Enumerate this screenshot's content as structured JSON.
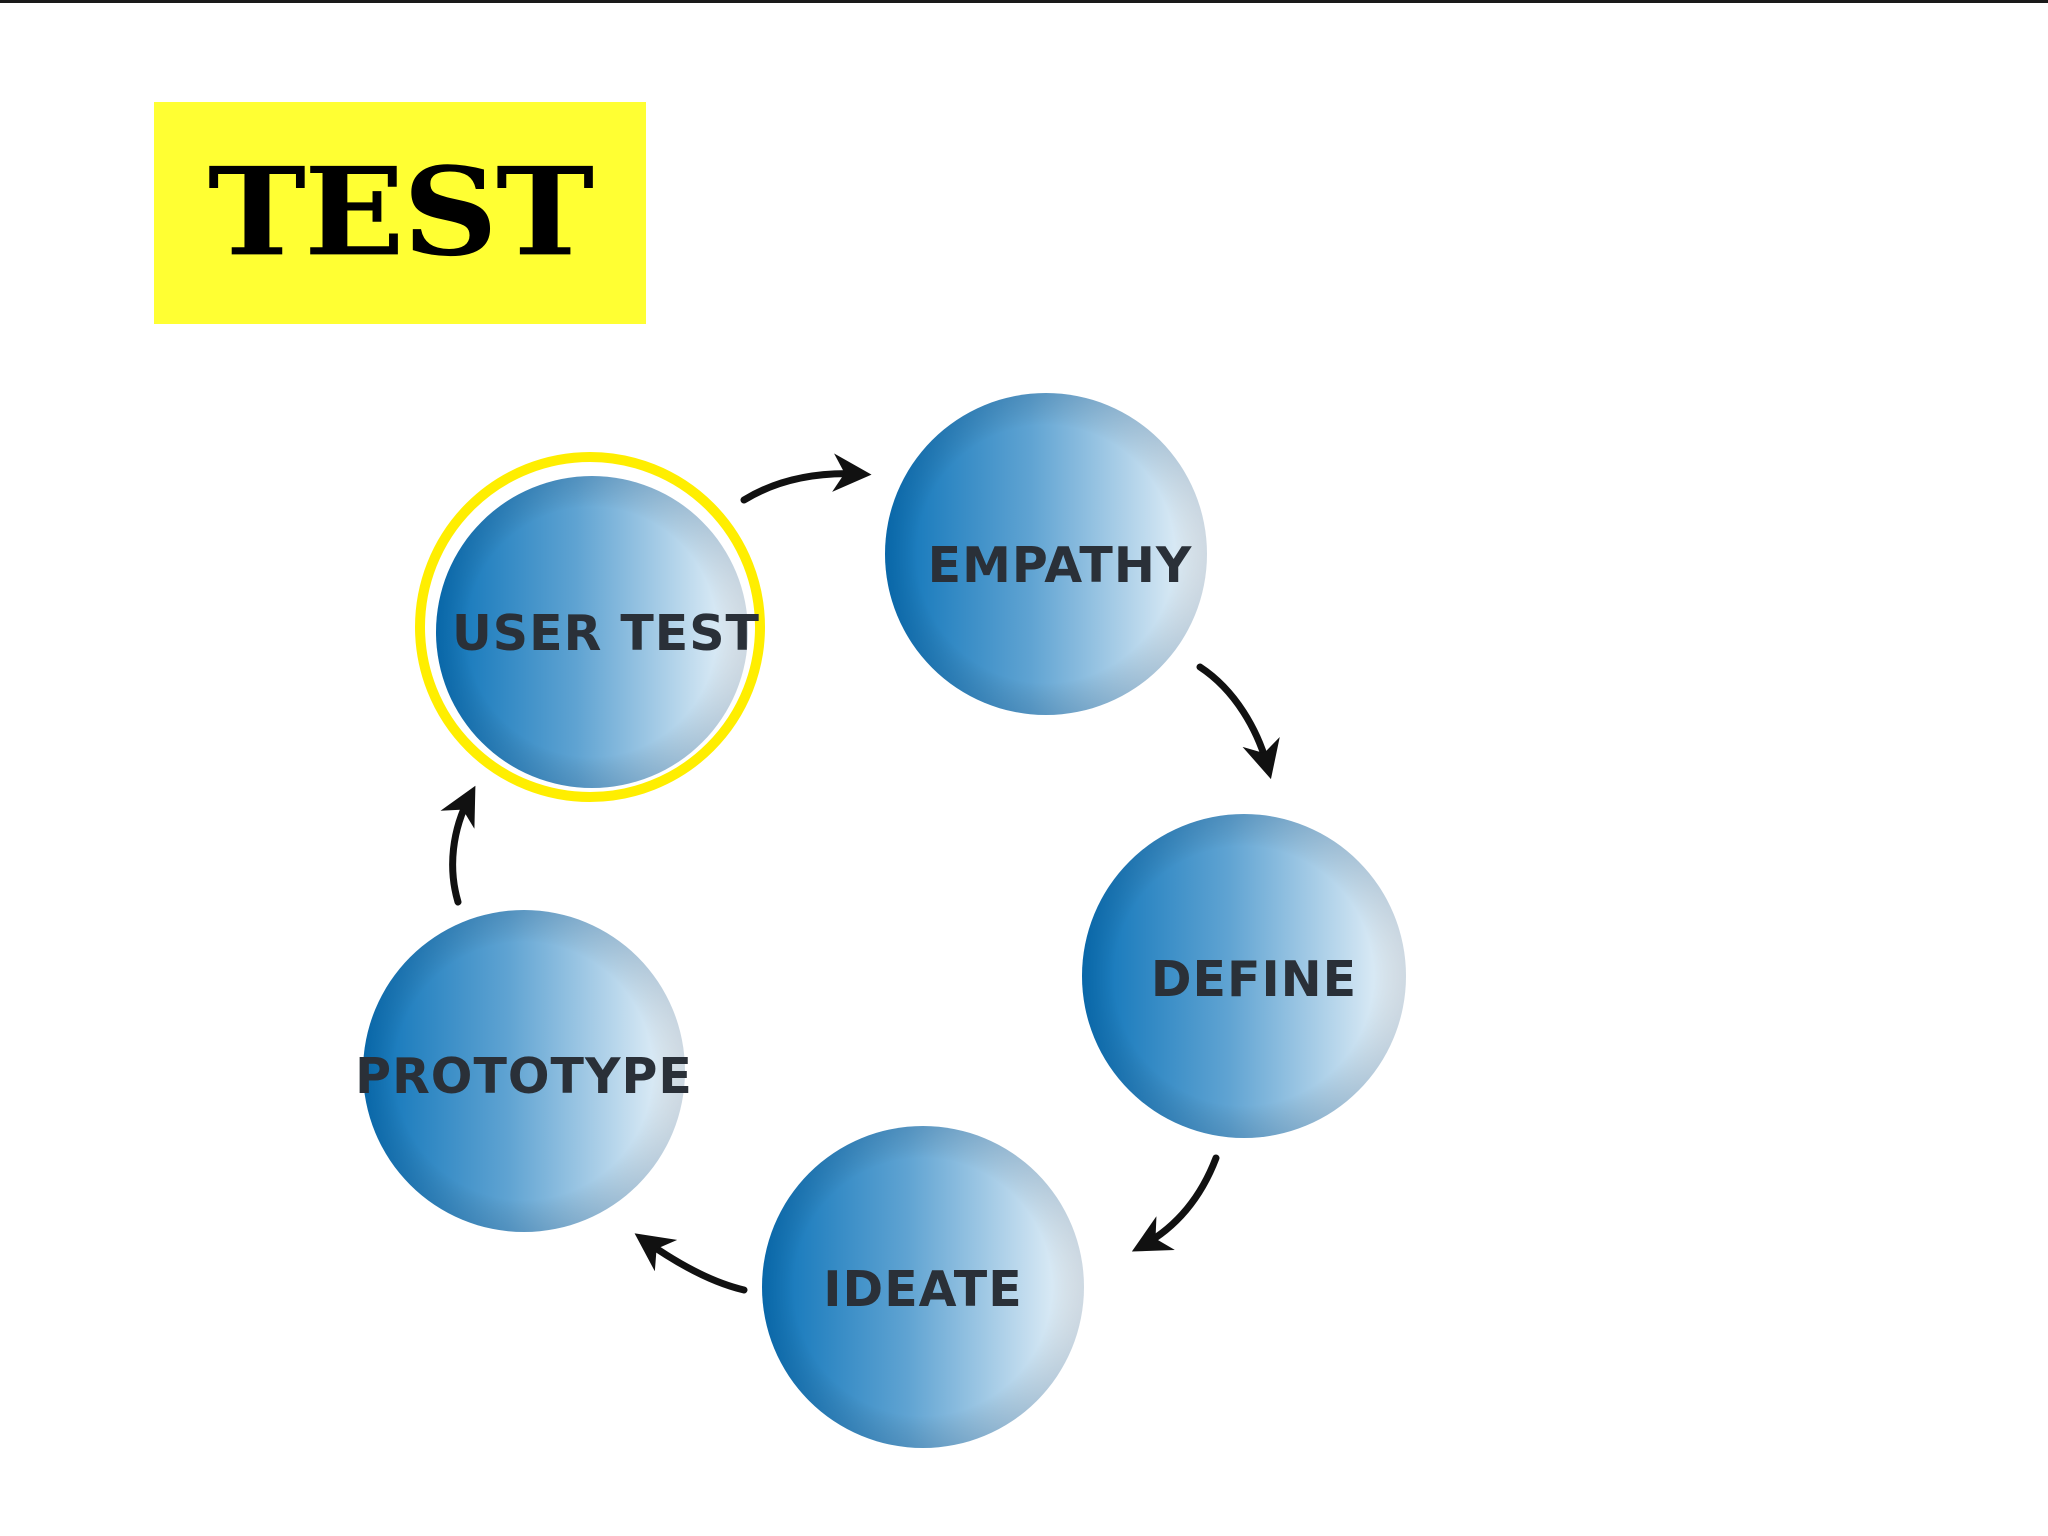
{
  "title": {
    "text": "TEST",
    "background": "#ffff33"
  },
  "colors": {
    "circle_dark": "#0a72b8",
    "circle_light": "#f2f8fc",
    "highlight_ring": "#ffee00",
    "arrow": "#111111",
    "label": "#2a3038"
  },
  "nodes": [
    {
      "id": "user-test",
      "label": "USER TEST",
      "highlighted": true
    },
    {
      "id": "empathy",
      "label": "EMPATHY",
      "highlighted": false
    },
    {
      "id": "define",
      "label": "DEFINE",
      "highlighted": false
    },
    {
      "id": "ideate",
      "label": "IDEATE",
      "highlighted": false
    },
    {
      "id": "prototype",
      "label": "PROTOTYPE",
      "highlighted": false
    }
  ],
  "edges": [
    {
      "from": "user-test",
      "to": "empathy"
    },
    {
      "from": "empathy",
      "to": "define"
    },
    {
      "from": "define",
      "to": "ideate"
    },
    {
      "from": "ideate",
      "to": "prototype"
    },
    {
      "from": "prototype",
      "to": "user-test"
    }
  ]
}
